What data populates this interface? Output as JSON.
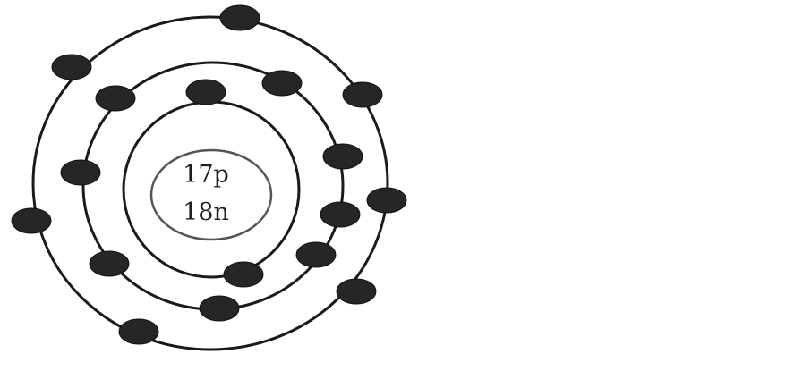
{
  "atom_diagram": {
    "nucleus": {
      "protons_label": "17p",
      "neutrons_label": "18n"
    },
    "shells": [
      {
        "shell": 1,
        "electron_count": 2
      },
      {
        "shell": 2,
        "electron_count": 8
      },
      {
        "shell": 3,
        "electron_count": 7
      }
    ],
    "colors": {
      "line": "#1a1a1a",
      "electron": "#262626",
      "nucleus_outline": "#555555",
      "background": "#ffffff"
    }
  }
}
